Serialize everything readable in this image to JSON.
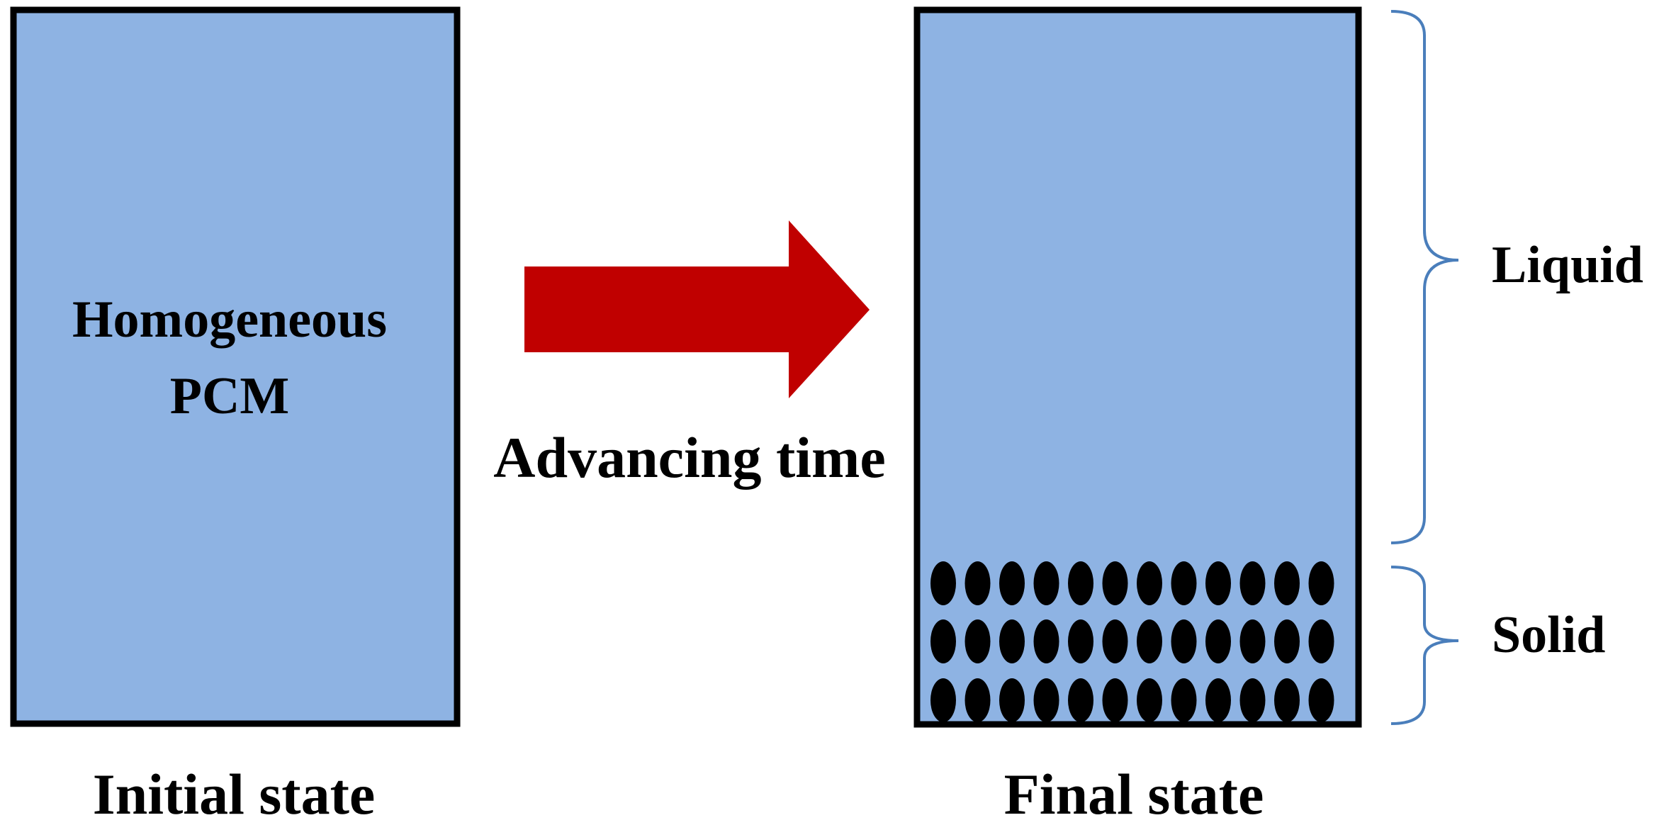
{
  "initial": {
    "content_line1": "Homogeneous",
    "content_line2": "PCM",
    "caption": "Initial state"
  },
  "transition": {
    "label": "Advancing time"
  },
  "final": {
    "caption": "Final state",
    "liquid_label": "Liquid",
    "solid_label": "Solid",
    "particle_rows": 3,
    "particle_cols": 12
  },
  "colors": {
    "pcm_fill": "#8EB3E3",
    "border": "#000000",
    "arrow": "#C00000",
    "brace": "#4A7EBB",
    "particle": "#000000"
  }
}
